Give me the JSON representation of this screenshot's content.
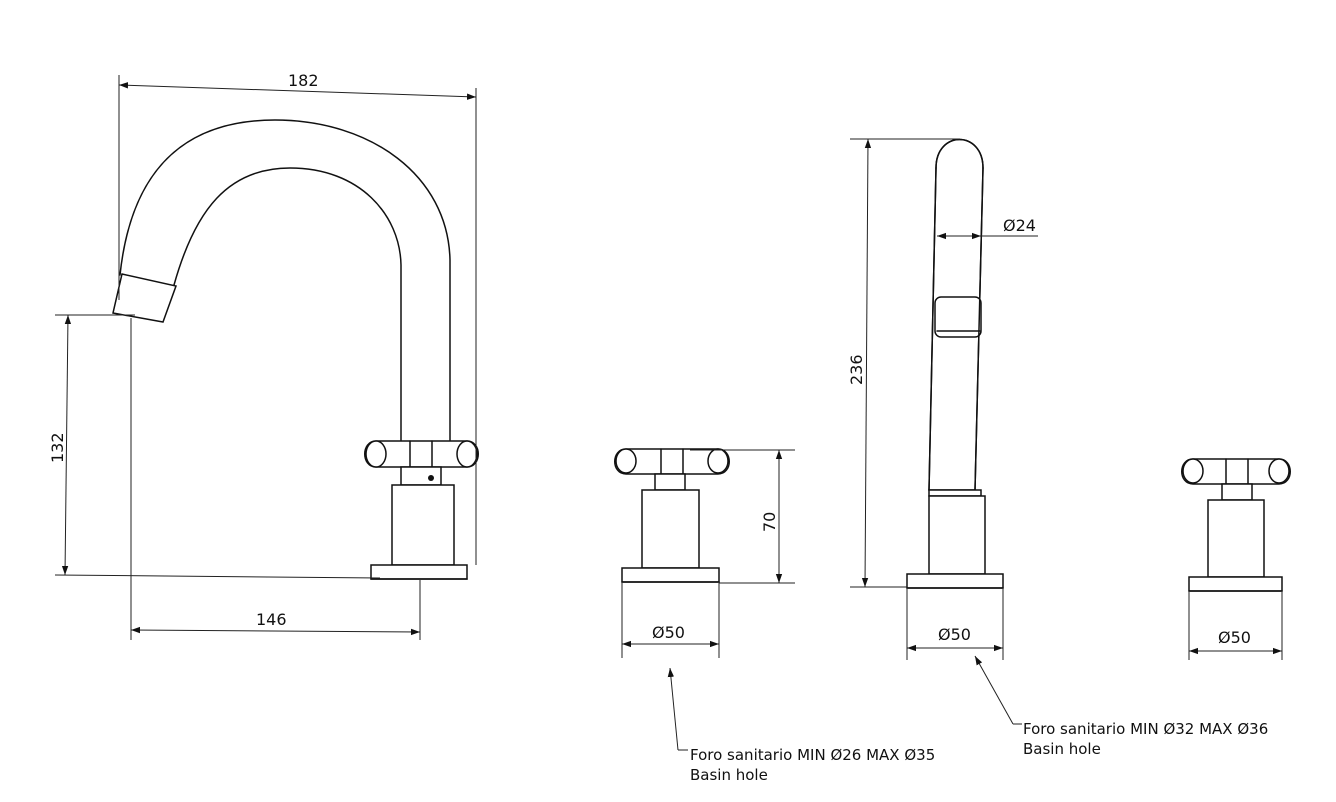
{
  "drawing": {
    "dimensions": {
      "spout_width": "182",
      "spout_height": "132",
      "spout_reach": "146",
      "handle_height": "70",
      "hand_shower_height": "236",
      "hand_shower_diameter": "Ø24",
      "base_left": "Ø50",
      "base_center": "Ø50",
      "base_right": "Ø50"
    },
    "notes": {
      "left_line1": "Foro sanitario MIN Ø26 MAX Ø35",
      "left_line2": "Basin hole",
      "right_line1": "Foro sanitario MIN Ø32 MAX Ø36",
      "right_line2": "Basin hole"
    }
  }
}
